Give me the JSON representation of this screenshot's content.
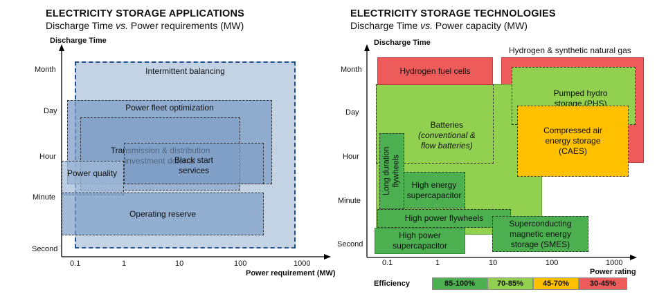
{
  "left": {
    "title": "ELECTRICITY STORAGE APPLICATIONS",
    "subtitle_part1": "Discharge Time ",
    "subtitle_italic": "vs.",
    "subtitle_part2": " Power requirements (MW)",
    "y_axis_label": "Discharge Time",
    "x_axis_label": "Power requirement (MW)",
    "y_ticks": [
      "Month",
      "Day",
      "Hour",
      "Minute",
      "Second"
    ],
    "x_ticks": [
      "0.1",
      "1",
      "10",
      "100",
      "1000"
    ],
    "applications": {
      "intermittent": "Intermittent balancing",
      "fleet": "Power fleet optimization",
      "td_line1": "Transmission & distribution",
      "td_line2": "investment deferral",
      "black_line1": "Black start",
      "black_line2": "services",
      "quality": "Power quality",
      "operating": "Operating reserve"
    }
  },
  "right": {
    "title": "ELECTRICITY STORAGE TECHNOLOGIES",
    "subtitle_part1": "Discharge Time ",
    "subtitle_italic": "vs.",
    "subtitle_part2": " Power capacity (MW)",
    "y_axis_label": "Discharge Time",
    "x_axis_label": "Power rating",
    "y_ticks": [
      "Month",
      "Day",
      "Hour",
      "Minute",
      "Second"
    ],
    "x_ticks": [
      "0.1",
      "1",
      "10",
      "100",
      "1000"
    ],
    "technologies": {
      "hydrogen_gas": "Hydrogen & synthetic natural gas",
      "hydrogen_fc": "Hydrogen fuel cells",
      "phs_line1": "Pumped hydro",
      "phs_line2": "storage (PHS)",
      "batteries": "Batteries",
      "batteries_sub1": "(conventional &",
      "batteries_sub2": "flow batteries)",
      "caes_line1": "Compressed air",
      "caes_line2": "energy storage",
      "caes_line3": "(CAES)",
      "long_fly_line1": "Long duration",
      "long_fly_line2": "flywheels",
      "supercap_line1": "High energy",
      "supercap_line2": "supercapacitor",
      "hp_fly": "High power flywheels",
      "hp_supercap_line1": "High power",
      "hp_supercap_line2": "supercapacitor",
      "smes_line1": "Superconducting",
      "smes_line2": "magnetic energy",
      "smes_line3": "storage (SMES)"
    },
    "efficiency": {
      "label": "Efficiency",
      "bands": [
        "85-100%",
        "70-85%",
        "45-70%",
        "30-45%"
      ]
    }
  },
  "colors": {
    "green_dark": "#4caf50",
    "green_light": "#92d050",
    "yellow": "#ffc000",
    "red": "#ee5b5b",
    "blue_light": "#c3d3e4",
    "blue_mid": "#8eabcf",
    "blue_border": "#1f4e8c"
  }
}
